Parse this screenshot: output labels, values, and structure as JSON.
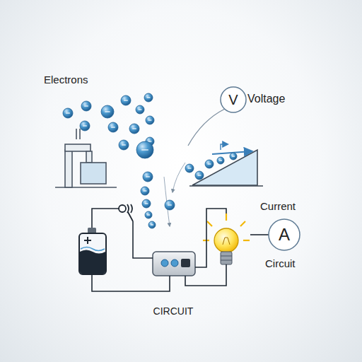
{
  "diagram": {
    "nodes": [
      {
        "text": [
          "V"
        ]
      },
      {
        "text": [
          "A"
        ]
      }
    ],
    "labels": [
      "Electrons",
      "Voltage",
      "Current",
      "Circuit",
      "CIRCUIT"
    ]
  }
}
